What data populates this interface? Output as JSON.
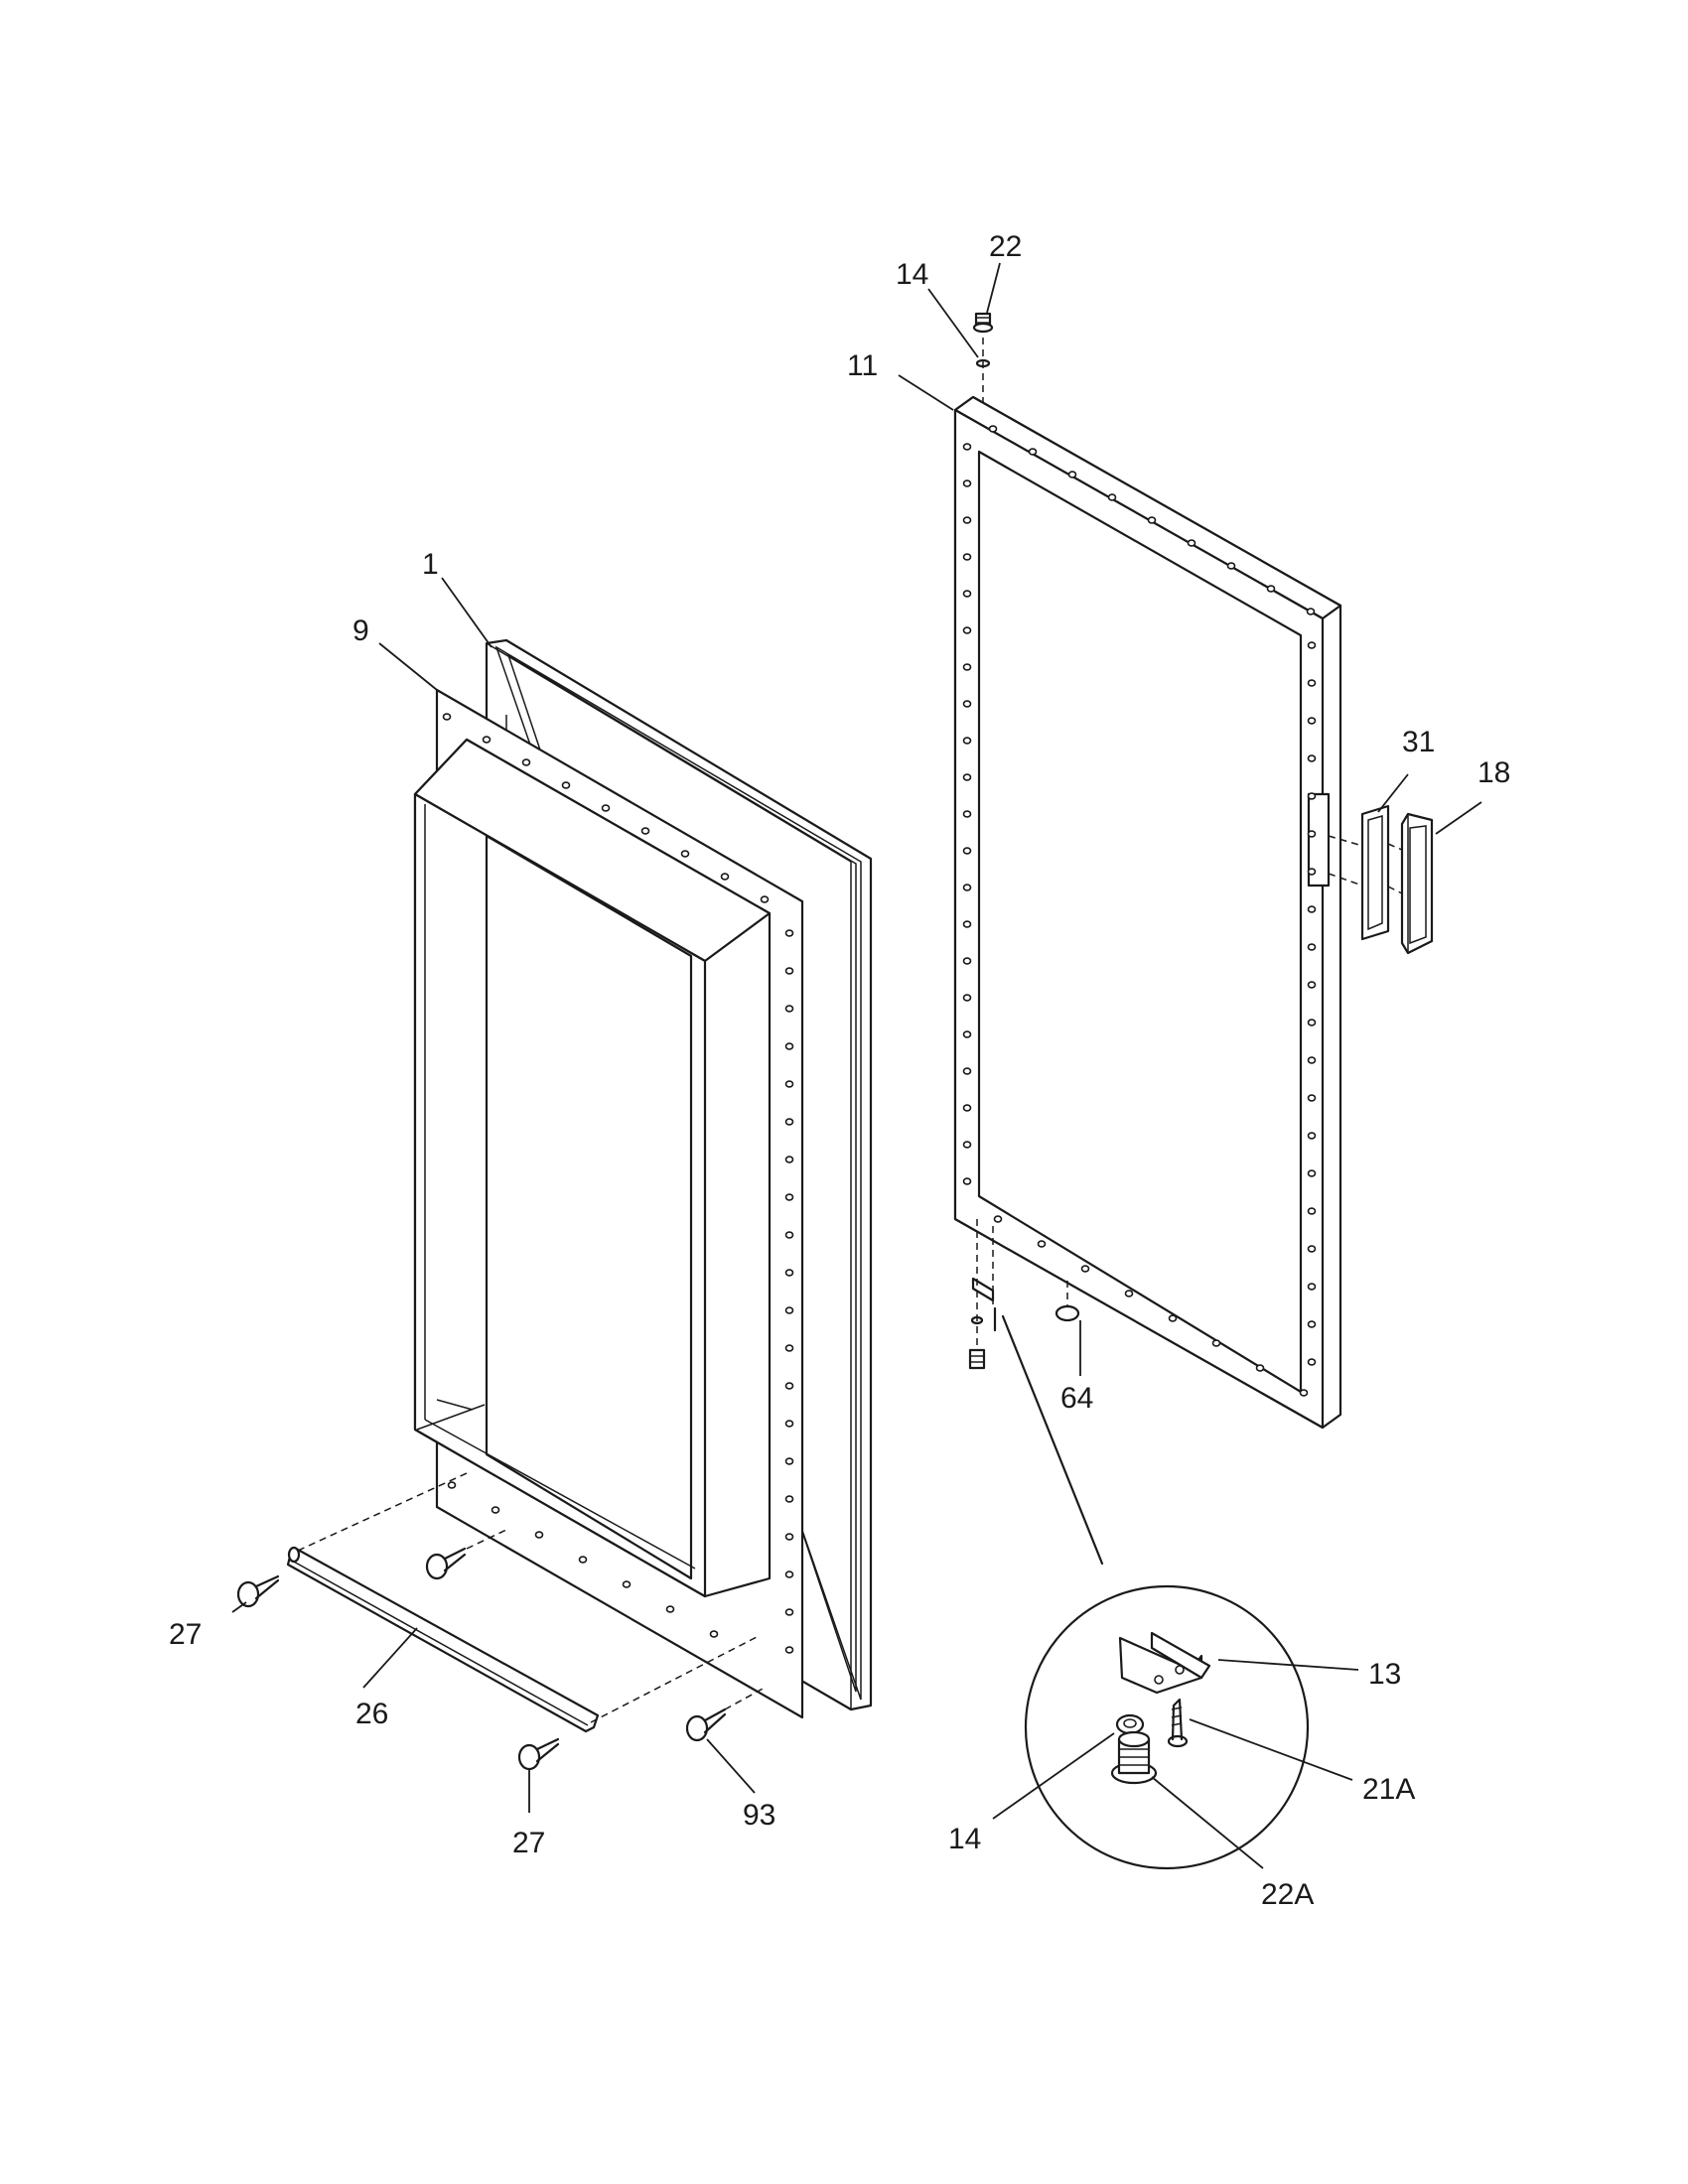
{
  "labels": {
    "p1": "1",
    "p9": "9",
    "p11": "11",
    "p13": "13",
    "p14_top": "14",
    "p14_detail": "14",
    "p18": "18",
    "p21a": "21A",
    "p22": "22",
    "p22a": "22A",
    "p26": "26",
    "p27_left": "27",
    "p27_bottom": "27",
    "p31": "31",
    "p64": "64",
    "p93": "93"
  }
}
